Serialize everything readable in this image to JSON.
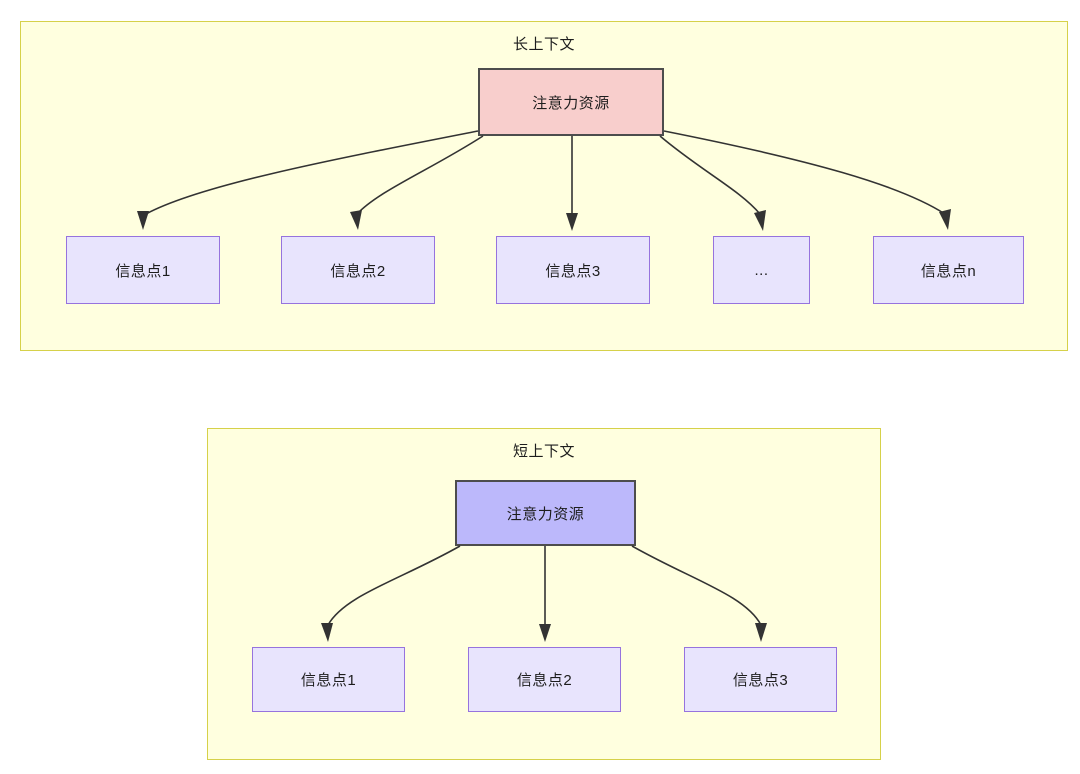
{
  "diagram": {
    "title_visible": false,
    "palette": {
      "panel_fill": "#ffffdf",
      "panel_border": "#d6d14a",
      "root_long_fill": "#f8cecc",
      "root_short_fill": "#bcb8fb",
      "root_border": "#4d4d4d",
      "leaf_fill": "#e8e4fd",
      "leaf_border": "#9673de",
      "edge_color": "#333333",
      "text_color": "#1d1d1d"
    },
    "sections": [
      {
        "id": "long-context",
        "title": "长上下文",
        "root": {
          "label": "注意力资源"
        },
        "leaves": [
          {
            "label": "信息点1"
          },
          {
            "label": "信息点2"
          },
          {
            "label": "信息点3"
          },
          {
            "label": "..."
          },
          {
            "label": "信息点n"
          }
        ]
      },
      {
        "id": "short-context",
        "title": "短上下文",
        "root": {
          "label": "注意力资源"
        },
        "leaves": [
          {
            "label": "信息点1"
          },
          {
            "label": "信息点2"
          },
          {
            "label": "信息点3"
          }
        ]
      }
    ]
  }
}
